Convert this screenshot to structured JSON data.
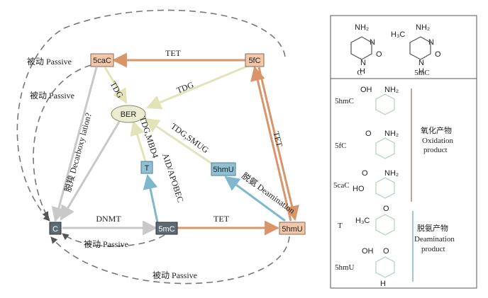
{
  "colors": {
    "tet": "#d9956a",
    "tdg": "#e3e3b8",
    "gray": "#c8c8c8",
    "blue": "#7fb8cc",
    "dashed": "#777777",
    "node_peach": "#f2c6a8",
    "node_dark": "#5e6a73",
    "node_blue": "#8fc0d3",
    "ber_fill": "#ececd2",
    "bracket_brown": "#a88a70",
    "bracket_blue": "#7fb8cc"
  },
  "nodes": {
    "cac": "5caC",
    "fc": "5fC",
    "ber": "BER",
    "t": "T",
    "hmu_mid": "5hmU",
    "c": "C",
    "mc": "5mC",
    "hmu_right": "5hmU"
  },
  "labels": {
    "passive_outer_top": "被动 Passive",
    "passive_inner": "被动 Passive",
    "tet_top": "TET",
    "tdg_cac": "TDG",
    "tdg_fc": "TDG",
    "decarboxylation": "脱羧 Decarboxy lation?",
    "tdg_mbd4": "TDG,MBD4",
    "aid_apobec": "AID/APOBEC",
    "tdg_smug": "TDG,SMUG",
    "deamination": "脱氨 Deamination",
    "tet_right": "TET",
    "dnmt": "DNMT",
    "tet_bottom": "TET",
    "passive_bottom_mid": "被动 Passive",
    "passive_bottom": "被动 Passive"
  },
  "panel": {
    "top": {
      "c_label": "C",
      "mc_label": "5mC",
      "nh2": "NH₂",
      "n": "N",
      "o": "O",
      "h": "H",
      "h3c": "H₃C"
    },
    "oxidation": {
      "rows": [
        "5hmC",
        "5fC",
        "5caC"
      ],
      "oh": "OH",
      "ho": "HO",
      "bracket_zh": "氧化产物",
      "bracket_en1": "Oxidation",
      "bracket_en2": "product"
    },
    "deamination": {
      "rows": [
        "T",
        "5hmU"
      ],
      "h3c": "H₃C",
      "oh": "OH",
      "bracket_zh": "脱氨产物",
      "bracket_en1": "Deamination",
      "bracket_en2": "product"
    }
  }
}
